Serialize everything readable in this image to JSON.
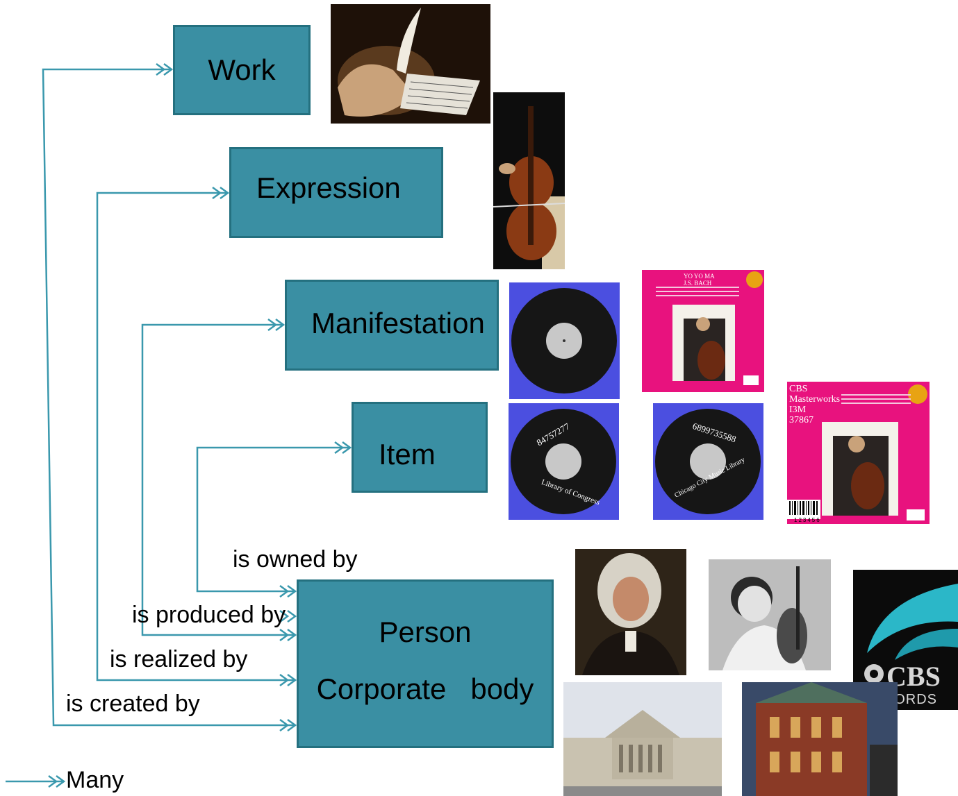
{
  "entities": {
    "work": "Work",
    "expression": "Expression",
    "manifestation": "Manifestation",
    "item": "Item",
    "person": "Person",
    "corporate_body": "Corporate   body"
  },
  "relationships": {
    "owned": "is owned by",
    "produced": "is produced by",
    "realized": "is realized by",
    "created": "is created by"
  },
  "legend": {
    "many": "Many"
  },
  "images": {
    "record_label_1": "84757277",
    "record_label_1_owner": "Library of Congress",
    "record_label_2": "6899735588",
    "record_label_2_owner": "Chicago City Music Library",
    "cd_cover_title": "YO YO MA\nJ.S. BACH",
    "cd_item_stamp": "CBS\nMasterworks\nI3M\n37867",
    "cd_barcode_digits": "123456",
    "cbs_logo_top": "CBS",
    "cbs_logo_bottom": "RECORDS"
  },
  "colors": {
    "box_fill": "#3a8fa3",
    "box_border": "#24707f",
    "connector": "#3a98ad",
    "record_bg": "#4b4fe0",
    "cd_pink": "#e8127e"
  }
}
